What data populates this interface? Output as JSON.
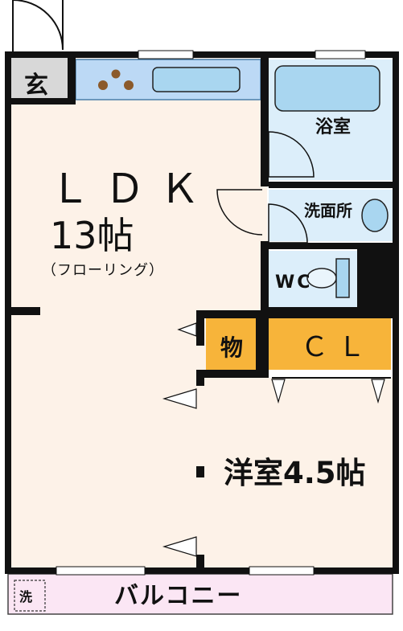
{
  "rooms": {
    "ldk_title": "ＬＤＫ",
    "ldk_size": "13帖",
    "ldk_floor": "（フローリング）",
    "genkan": "玄",
    "bath": "浴室",
    "washroom": "洗面所",
    "wc": "WC",
    "storage": "物",
    "closet": "ＣＬ",
    "western_room": "洋室4.5帖",
    "balcony": "バルコニー",
    "washer": "洗"
  },
  "colors": {
    "wall": "#111111",
    "floor": "#fdf2e8",
    "bath_area": "#dceefa",
    "entry_counter": "#bcd9f5",
    "closet": "#f7b43a",
    "balcony": "#fbe6f4",
    "stove_burner": "#8b5a2b"
  }
}
